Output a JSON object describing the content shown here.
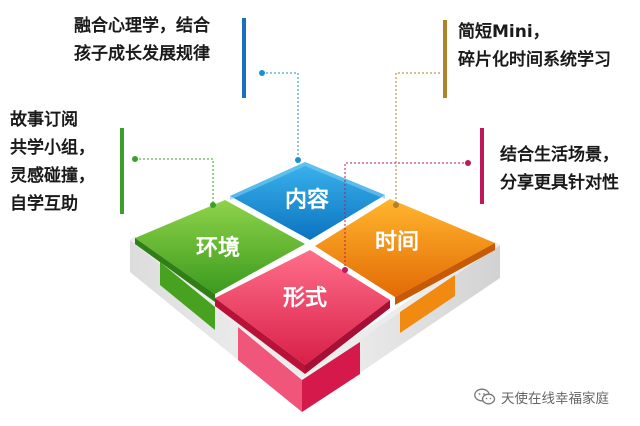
{
  "quadrants": {
    "top": {
      "label": "内容",
      "color": "#1a8fd6"
    },
    "left": {
      "label": "环境",
      "color": "#5cb82e"
    },
    "right": {
      "label": "时间",
      "color": "#f08a10"
    },
    "bottom": {
      "label": "形式",
      "color": "#e02a55"
    }
  },
  "callouts": {
    "top_left": {
      "line1": "融合心理学，结合",
      "line2": "孩子成长发展规律",
      "bar_color": "#1a6fc0"
    },
    "top_right": {
      "line1": "简短Mini，",
      "line2": "碎片化时间系统学习",
      "bar_color": "#b0822a"
    },
    "left": {
      "line1": "故事订阅",
      "line2": "共学小组，",
      "line3": "灵感碰撞，",
      "line4": "自学互助",
      "bar_color": "#3aa02a"
    },
    "right": {
      "line1": "结合生活场景，",
      "line2": "分享更具针对性",
      "bar_color": "#c0185a"
    }
  },
  "watermark": {
    "text": "天使在线幸福家庭",
    "icon": "wechat-icon"
  }
}
